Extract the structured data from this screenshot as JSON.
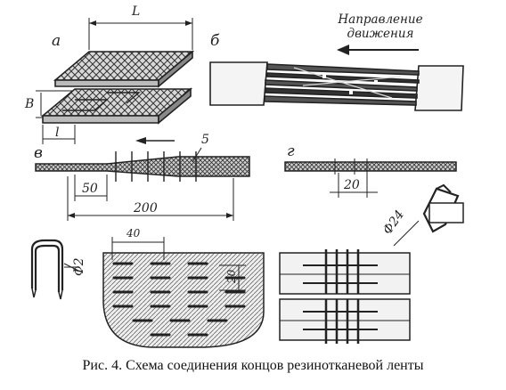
{
  "labels": {
    "panel_a": "а",
    "panel_b": "б",
    "panel_v": "в",
    "panel_g": "г",
    "dim_L": "L",
    "dim_B": "B",
    "dim_l": "l",
    "dim_5": "5",
    "dim_50": "50",
    "dim_200": "200",
    "dim_20_joint": "20",
    "dim_phi24": "Ф24",
    "dim_40": "40",
    "dim_20_plate": "20",
    "dim_phi2": "Ф2",
    "direction_line1": "Направление",
    "direction_line2": "движения"
  },
  "caption": "Рис. 4. Схема соединения концов резинотканевой ленты",
  "colors": {
    "ink": "#222222",
    "paper": "#ffffff"
  }
}
